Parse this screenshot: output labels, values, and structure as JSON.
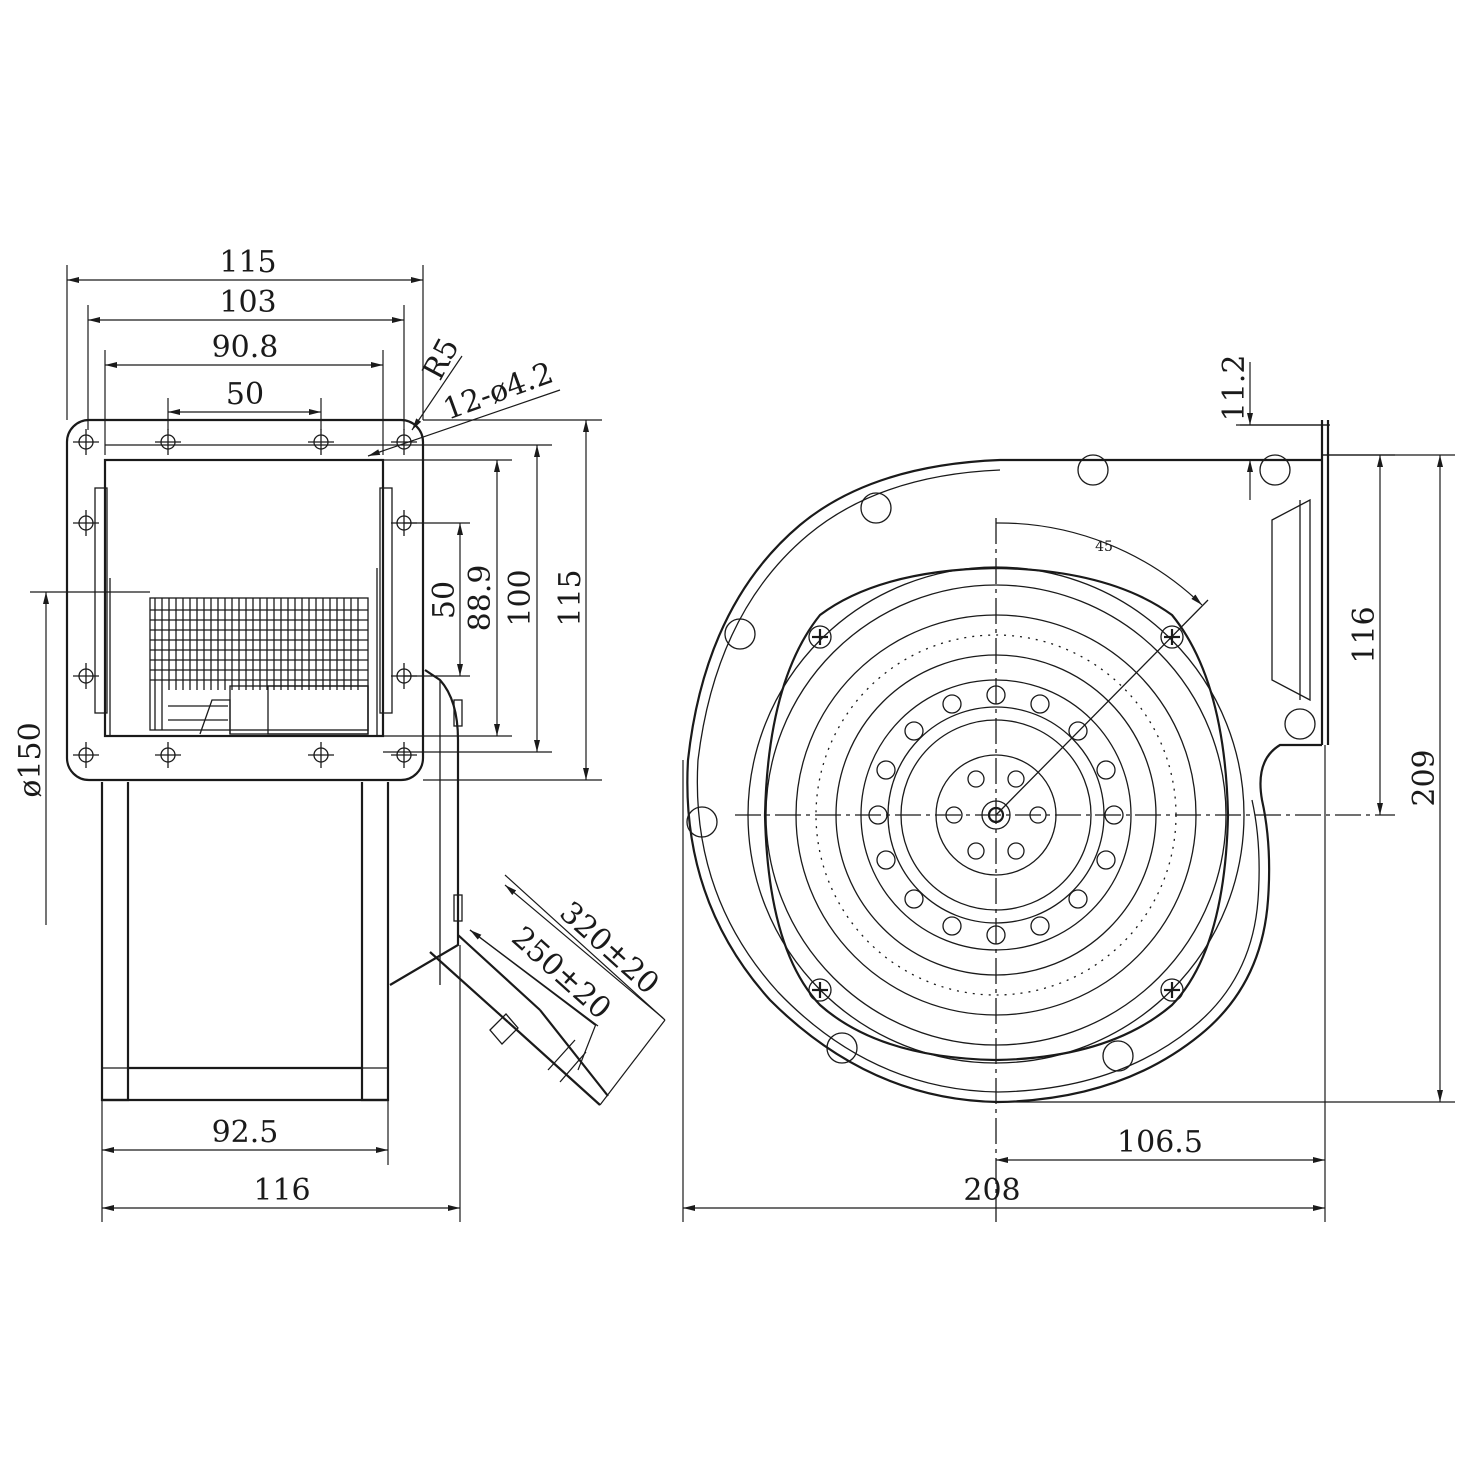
{
  "side_view": {
    "dim_115_top": "115",
    "dim_103": "103",
    "dim_90_8": "90.8",
    "dim_50_top": "50",
    "dim_r5": "R5",
    "dim_holes": "12-ø4.2",
    "dim_50_vert": "50",
    "dim_88_9": "88.9",
    "dim_100": "100",
    "dim_115_vert": "115",
    "dim_dia150": "ø150",
    "dim_cable_320": "320±20",
    "dim_cable_250": "250±20",
    "dim_92_5": "92.5",
    "dim_116_bottom": "116"
  },
  "front_view": {
    "dim_11_2": "11.2",
    "dim_45": "45",
    "dim_116_vert": "116",
    "dim_209": "209",
    "dim_106_5": "106.5",
    "dim_208": "208"
  },
  "colors": {
    "line": "#1a1a1a",
    "background": "#ffffff"
  }
}
